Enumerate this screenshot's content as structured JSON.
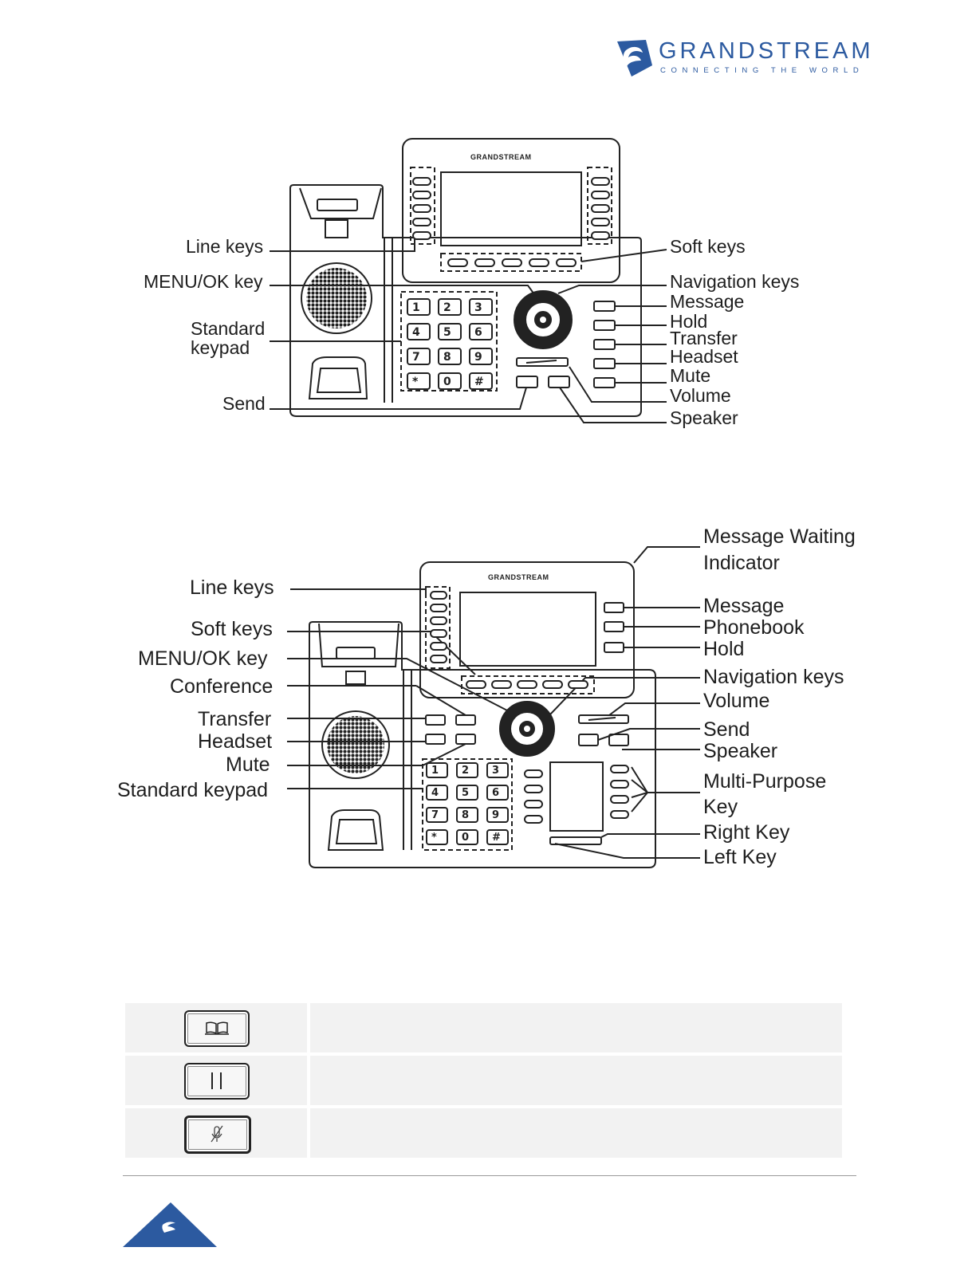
{
  "header": {
    "brand_name": "GRANDSTREAM",
    "brand_tagline": "CONNECTING THE WORLD",
    "brand_color": "#2c5aa0"
  },
  "figure1": {
    "device_brand": "GRANDSTREAM",
    "labels_left": {
      "line_keys": "Line keys",
      "menu_ok": "MENU/OK key",
      "standard_keypad": "Standard\nkeypad",
      "send": "Send"
    },
    "labels_right": {
      "soft_keys": "Soft keys",
      "navigation_keys": "Navigation keys",
      "message": "Message",
      "hold": "Hold",
      "transfer": "Transfer",
      "headset": "Headset",
      "mute": "Mute",
      "volume": "Volume",
      "speaker": "Speaker"
    }
  },
  "figure2": {
    "device_brand": "GRANDSTREAM",
    "labels_left": {
      "line_keys": "Line keys",
      "soft_keys": "Soft keys",
      "menu_ok": "MENU/OK key",
      "conference": "Conference",
      "transfer": "Transfer",
      "headset": "Headset",
      "mute": "Mute",
      "standard_keypad": "Standard keypad"
    },
    "labels_right": {
      "mwi": "Message Waiting\nIndicator",
      "message": "Message",
      "phonebook": "Phonebook",
      "hold": "Hold",
      "navigation_keys": "Navigation keys",
      "volume": "Volume",
      "send": "Send",
      "speaker": "Speaker",
      "multi_purpose": "Multi-Purpose\nKey",
      "right_key": "Right Key",
      "left_key": "Left Key"
    }
  },
  "keypad": [
    "1",
    "2",
    "3",
    "4",
    "5",
    "6",
    "7",
    "8",
    "9",
    "*",
    "0",
    "#"
  ],
  "key_table": {
    "rows": [
      {
        "icon": "phonebook-icon",
        "description": ""
      },
      {
        "icon": "hold-icon",
        "description": ""
      },
      {
        "icon": "mute-icon",
        "description": ""
      }
    ]
  }
}
